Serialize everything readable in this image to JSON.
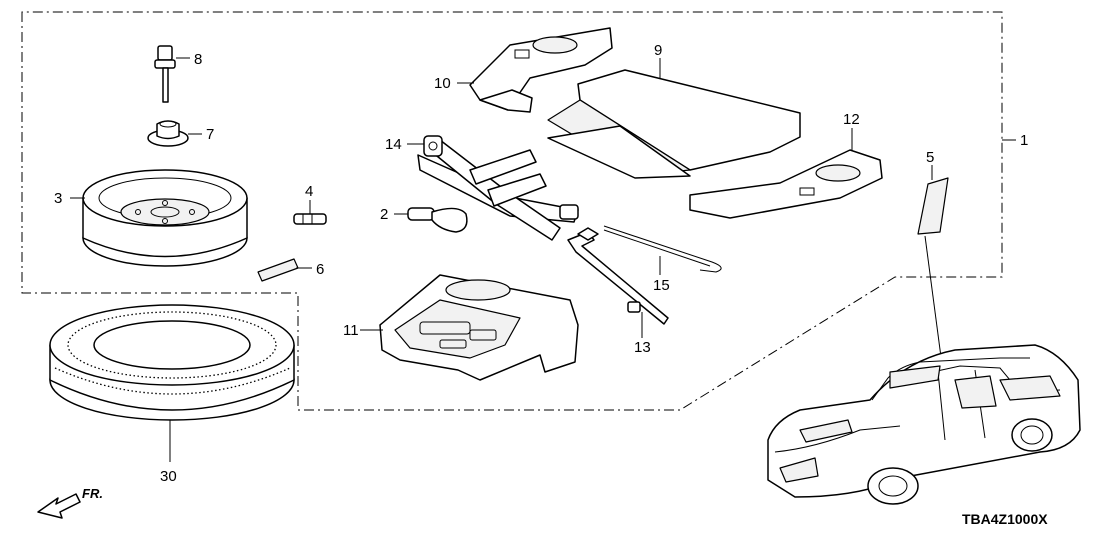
{
  "callouts": {
    "p1": "1",
    "p2": "2",
    "p3": "3",
    "p4": "4",
    "p5": "5",
    "p6": "6",
    "p7": "7",
    "p8": "8",
    "p9": "9",
    "p10": "10",
    "p11": "11",
    "p12": "12",
    "p13": "13",
    "p14": "14",
    "p15": "15",
    "p30": "30"
  },
  "direction_label": "FR.",
  "diagram_code": "TBA4Z1000X"
}
